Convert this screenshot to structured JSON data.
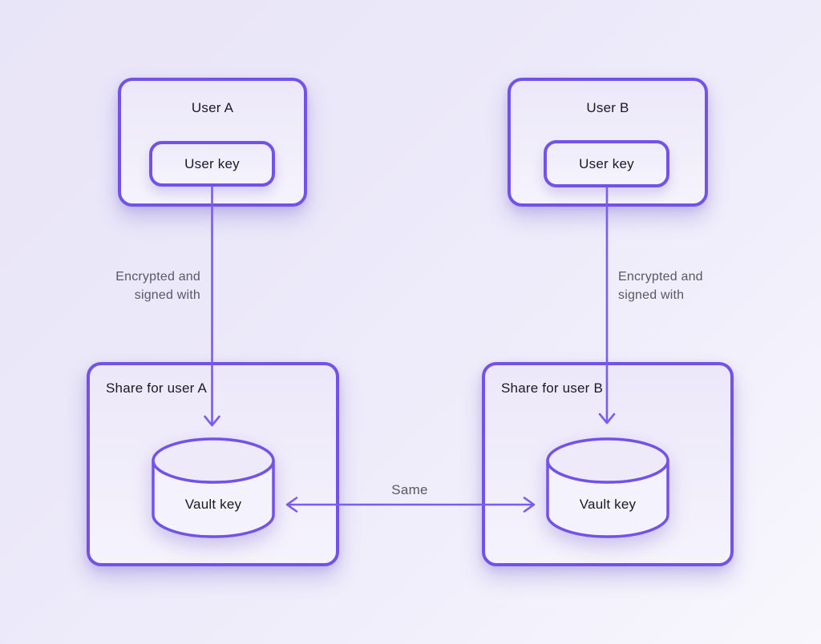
{
  "diagram": {
    "user_a": {
      "title": "User A",
      "key_label": "User key"
    },
    "user_b": {
      "title": "User B",
      "key_label": "User key"
    },
    "share_a": {
      "title": "Share for user A",
      "vault_label": "Vault key"
    },
    "share_b": {
      "title": "Share for user B",
      "vault_label": "Vault key"
    },
    "edge_a": {
      "line1": "Encrypted and",
      "line2": "signed with"
    },
    "edge_b": {
      "line1": "Encrypted and",
      "line2": "signed with"
    },
    "same_edge": {
      "label": "Same"
    },
    "colors": {
      "accent": "#7352e8",
      "arrow": "#7a5cf0",
      "background_start": "#e9e5f8",
      "background_end": "#f8f7fd",
      "box_fill": "#f0edfb",
      "title_text": "#1b1926",
      "label_text": "#5a5766"
    }
  }
}
